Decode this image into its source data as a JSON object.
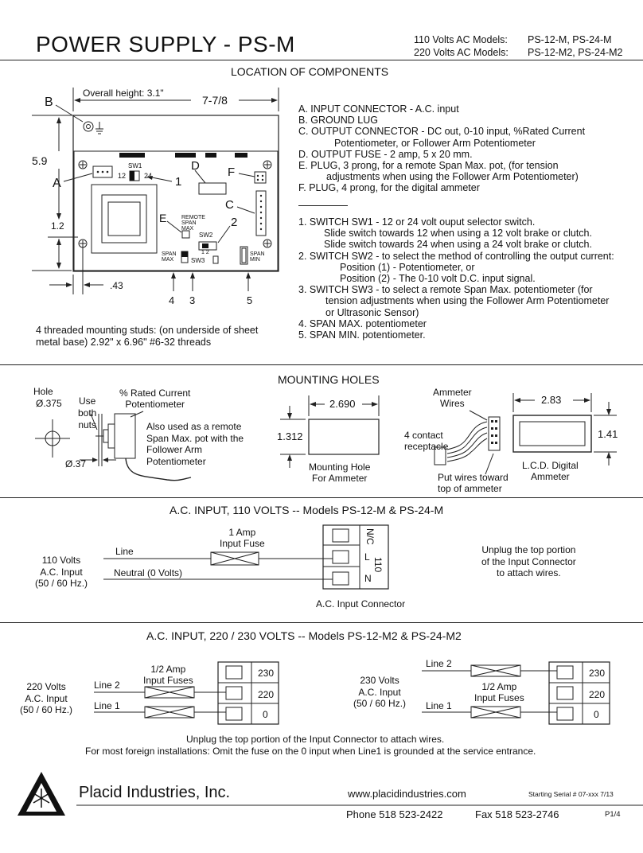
{
  "header": {
    "title": "POWER SUPPLY -  PS-M",
    "models_110_label": "110 Volts AC  Models:",
    "models_110_values": "PS-12-M,   PS-24-M",
    "models_220_label": "220 Volts AC  Models:",
    "models_220_values": "PS-12-M2, PS-24-M2"
  },
  "location": {
    "heading": "LOCATION OF COMPONENTS",
    "overall_height": "Overall height: 3.1\"",
    "width_dim": "7-7/8",
    "height_dim": "5.9",
    "dim_1_2": "1.2",
    "dim_43": ".43",
    "label_B": "B",
    "label_A": "A",
    "label_C": "C",
    "label_D": "D",
    "label_E": "E",
    "label_F": "F",
    "num_1": "1",
    "num_2": "2",
    "num_3": "3",
    "num_4": "4",
    "num_5": "5",
    "sw1": "SW1",
    "sw1_12": "12",
    "sw1_24": "24",
    "sw2": "SW2",
    "sw2_pos": "1  2",
    "sw3": "SW3",
    "remote_span_max": [
      "REMOTE",
      "SPAN",
      "MAX"
    ],
    "span_max": [
      "SPAN",
      "MAX"
    ],
    "span_min": [
      "SPAN",
      "MIN"
    ],
    "studs": [
      "4 threaded mounting studs: (on underside of sheet",
      "metal base)    2.92\" x 6.96\"    #6-32  threads"
    ],
    "components": [
      "A.  INPUT CONNECTOR - A.C. input",
      "B.  GROUND LUG",
      "C.  OUTPUT CONNECTOR - DC out, 0-10 input, %Rated Current",
      "Potentiometer, or Follower Arm Potentiometer",
      "D.  OUTPUT FUSE - 2 amp, 5 x 20 mm.",
      "E.  PLUG, 3 prong, for a remote Span Max. pot, (for tension",
      "adjustments when using the Follower Arm Potentiometer)",
      "F.  PLUG,  4 prong, for the digital ammeter"
    ],
    "switches": [
      "1.  SWITCH SW1 - 12 or 24 volt ouput selector switch.",
      "Slide switch towards 12 when using a 12 volt brake or clutch.",
      "Slide switch towards 24 when using a 24 volt brake or clutch.",
      "2.  SWITCH SW2 - to select the method of controlling the output current:",
      "Position (1) - Potentiometer, or",
      "Position (2) - The 0-10 volt D.C. input signal.",
      "3.  SWITCH SW3 - to select a remote Span Max. potentiometer (for",
      "tension adjustments when using the Follower Arm Potentiometer",
      "or Ultrasonic Sensor)",
      "4.  SPAN MAX. potentiometer",
      "5.  SPAN MIN. potentiometer."
    ]
  },
  "mounting": {
    "heading": "MOUNTING HOLES",
    "hole": "Hole",
    "hole_dia": "Ø.375",
    "use_both_nuts": [
      "Use",
      "both",
      "nuts"
    ],
    "shaft_dia": "Ø.37",
    "pot_label": [
      "% Rated  Current",
      "Potentiometer"
    ],
    "pot_note": [
      "Also used as a remote",
      "Span Max. pot with the",
      "Follower Arm",
      "Potentiometer"
    ],
    "hole_width": "2.690",
    "hole_height": "1.312",
    "hole_caption": [
      "Mounting Hole",
      "For Ammeter"
    ],
    "ammeter_wires": [
      "Ammeter",
      "Wires"
    ],
    "contact": [
      "4 contact",
      "receptacle"
    ],
    "put_wires": [
      "Put wires toward",
      "top of ammeter"
    ],
    "lcd_width": "2.83",
    "lcd_height": "1.41",
    "lcd_caption": [
      "L.C.D. Digital",
      "Ammeter"
    ]
  },
  "ac110": {
    "heading": "A.C. INPUT,  110 VOLTS  --  Models  PS-12-M  &  PS-24-M",
    "fuse": [
      "1 Amp",
      "Input Fuse"
    ],
    "source": [
      "110 Volts",
      "A.C. Input",
      "(50 / 60 Hz.)"
    ],
    "line": "Line",
    "neutral": "Neutral  (0 Volts)",
    "connector": "A.C. Input Connector",
    "term_nc": "N/C",
    "term_l": "L",
    "term_n": "N",
    "term_110": "110",
    "note": [
      "Unplug the top portion",
      "of the Input Connector",
      "to attach wires."
    ]
  },
  "ac220": {
    "heading": "A.C. INPUT,  220 / 230 VOLTS  --  Models  PS-12-M2  &  PS-24-M2",
    "left_fuse": [
      "1/2 Amp",
      "Input Fuses"
    ],
    "left_source": [
      "220 Volts",
      "A.C. Input",
      "(50 / 60 Hz.)"
    ],
    "left_line2": "Line 2",
    "left_line1": "Line 1",
    "right_source": [
      "230 Volts",
      "A.C. Input",
      "(50 / 60 Hz.)"
    ],
    "right_line2": "Line 2",
    "right_line1": "Line 1",
    "right_fuse": [
      "1/2 Amp",
      "Input Fuses"
    ],
    "term_230": "230",
    "term_220": "220",
    "term_0": "0",
    "note1": "Unplug the top portion of the Input Connector to attach wires.",
    "note2": "For most foreign installations: Omit the fuse on the 0 input when Line1 is grounded at the service entrance."
  },
  "footer": {
    "company": "Placid Industries, Inc.",
    "website": "www.placidindustries.com",
    "serial": "Starting Serial # 07-xxx    7/13",
    "phone": "Phone  518 523-2422",
    "fax": "Fax  518 523-2746",
    "page": "P1/4"
  }
}
